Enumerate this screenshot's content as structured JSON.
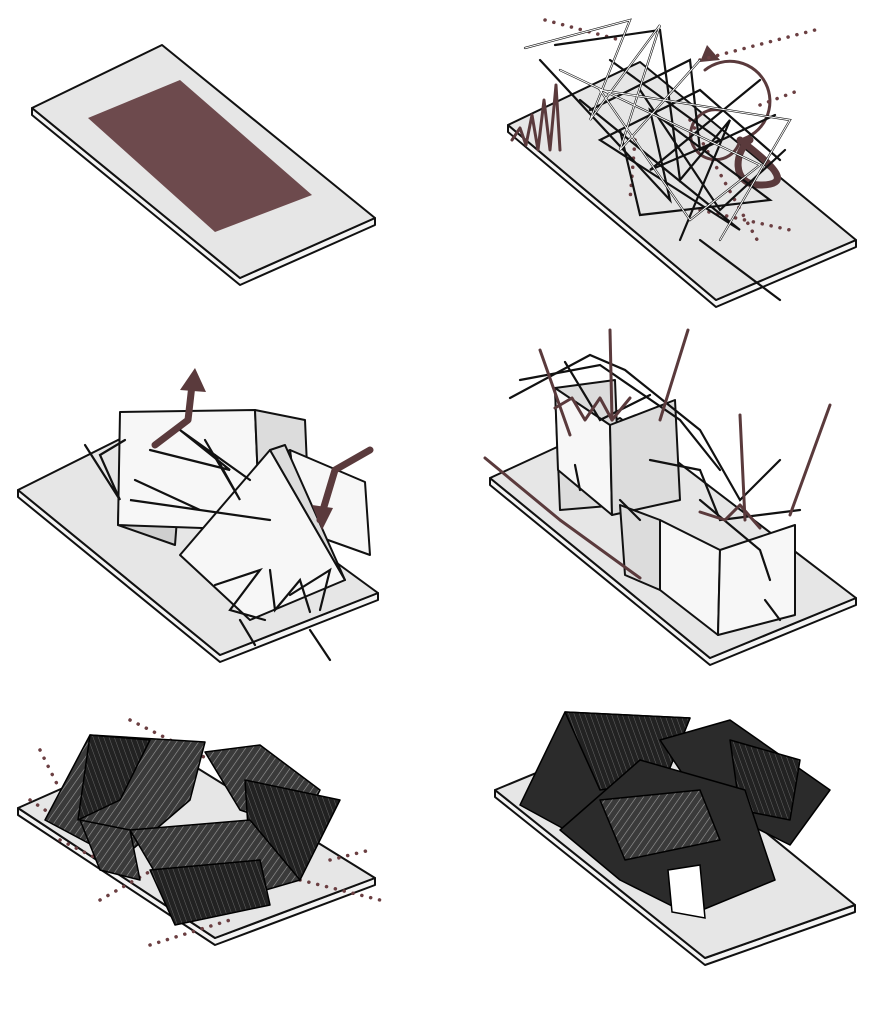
{
  "figure": {
    "panels": [
      {
        "id": "panel-site"
      },
      {
        "id": "panel-sticks-forces"
      },
      {
        "id": "panel-boxes-sticks"
      },
      {
        "id": "panel-boxes-roof"
      },
      {
        "id": "panel-hatched-mass"
      },
      {
        "id": "panel-final-mass"
      }
    ],
    "colors": {
      "accent": "#5a3a3c",
      "slab": "#e6e6e6",
      "ink": "#111111",
      "mass": "#2b2b2b"
    }
  }
}
